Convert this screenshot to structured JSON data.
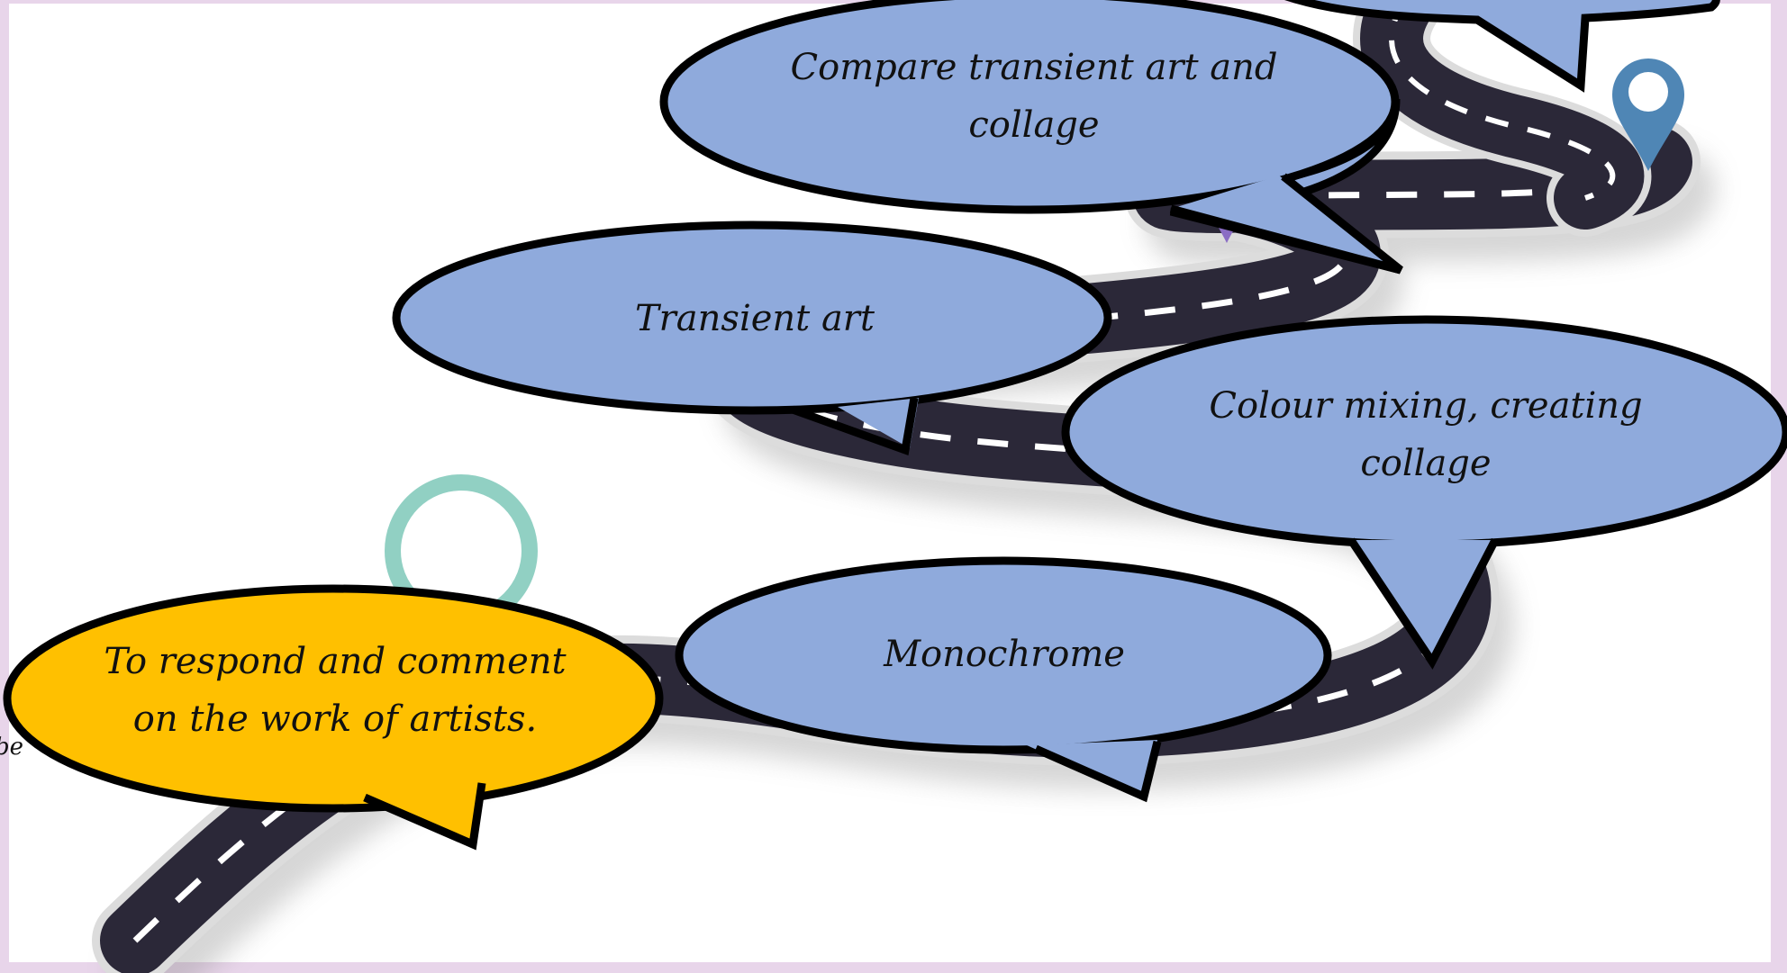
{
  "colors": {
    "background_frame": "#e8d5ea",
    "panel": "#ffffff",
    "road": "#2b2838",
    "road_edge": "#e6e6e6",
    "bubble_blue": "#8faadc",
    "bubble_gold": "#ffc000",
    "outline": "#000000",
    "ring_green": "#7ec8b8",
    "pin_blue": "#4f86b5",
    "pin_purple": "#8a6cc4"
  },
  "icons": {
    "start_marker": "ring-marker-icon",
    "end_marker": "map-pin-icon",
    "mid_marker": "map-pin-icon"
  },
  "bubbles": {
    "goal": {
      "line1": "To respond and comment",
      "line2": "on the work of artists."
    },
    "monochrome": {
      "line1": "Monochrome"
    },
    "colour_mixing": {
      "line1": "Colour mixing, creating",
      "line2": "collage"
    },
    "transient_art": {
      "line1": "Transient art"
    },
    "compare": {
      "line1": "Compare transient art and",
      "line2": "collage"
    }
  },
  "edge_fragment": "be"
}
